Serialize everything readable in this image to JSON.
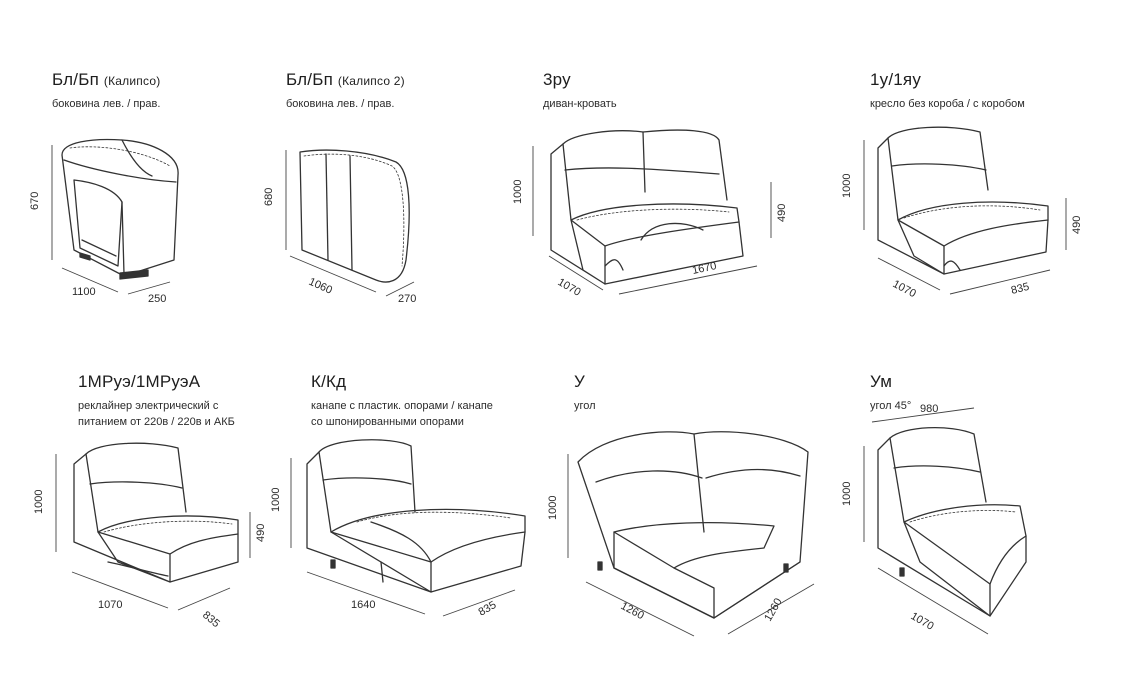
{
  "modules": [
    {
      "code": "Бл/Бп",
      "code_note": "(Калипсо)",
      "desc": [
        "боковина лев. / прав."
      ],
      "dims": [
        "670",
        "1100",
        "250"
      ]
    },
    {
      "code": "Бл/Бп",
      "code_note": "(Калипсо 2)",
      "desc": [
        "боковина лев. / прав."
      ],
      "dims": [
        "680",
        "1060",
        "270"
      ]
    },
    {
      "code": "3ру",
      "code_note": "",
      "desc": [
        "диван-кровать"
      ],
      "dims": [
        "1000",
        "1070",
        "1670",
        "490"
      ]
    },
    {
      "code": "1у/1яу",
      "code_note": "",
      "desc": [
        "кресло без короба / с коробом"
      ],
      "dims": [
        "1000",
        "1070",
        "835",
        "490"
      ]
    },
    {
      "code": "1МРуэ/1МРуэА",
      "code_note": "",
      "desc": [
        "реклайнер электрический с",
        "питанием от 220в / 220в и АКБ"
      ],
      "dims": [
        "1000",
        "1070",
        "835",
        "490"
      ]
    },
    {
      "code": "К/Кд",
      "code_note": "",
      "desc": [
        "канапе с пластик. опорами / канапе",
        "со шпонированными опорами"
      ],
      "dims": [
        "1000",
        "1640",
        "835"
      ]
    },
    {
      "code": "У",
      "code_note": "",
      "desc": [
        "угол"
      ],
      "dims": [
        "1000",
        "1260",
        "1260"
      ]
    },
    {
      "code": "Ум",
      "code_note": "",
      "desc": [
        "угол 45°"
      ],
      "dims": [
        "980",
        "1000",
        "1070"
      ]
    }
  ]
}
